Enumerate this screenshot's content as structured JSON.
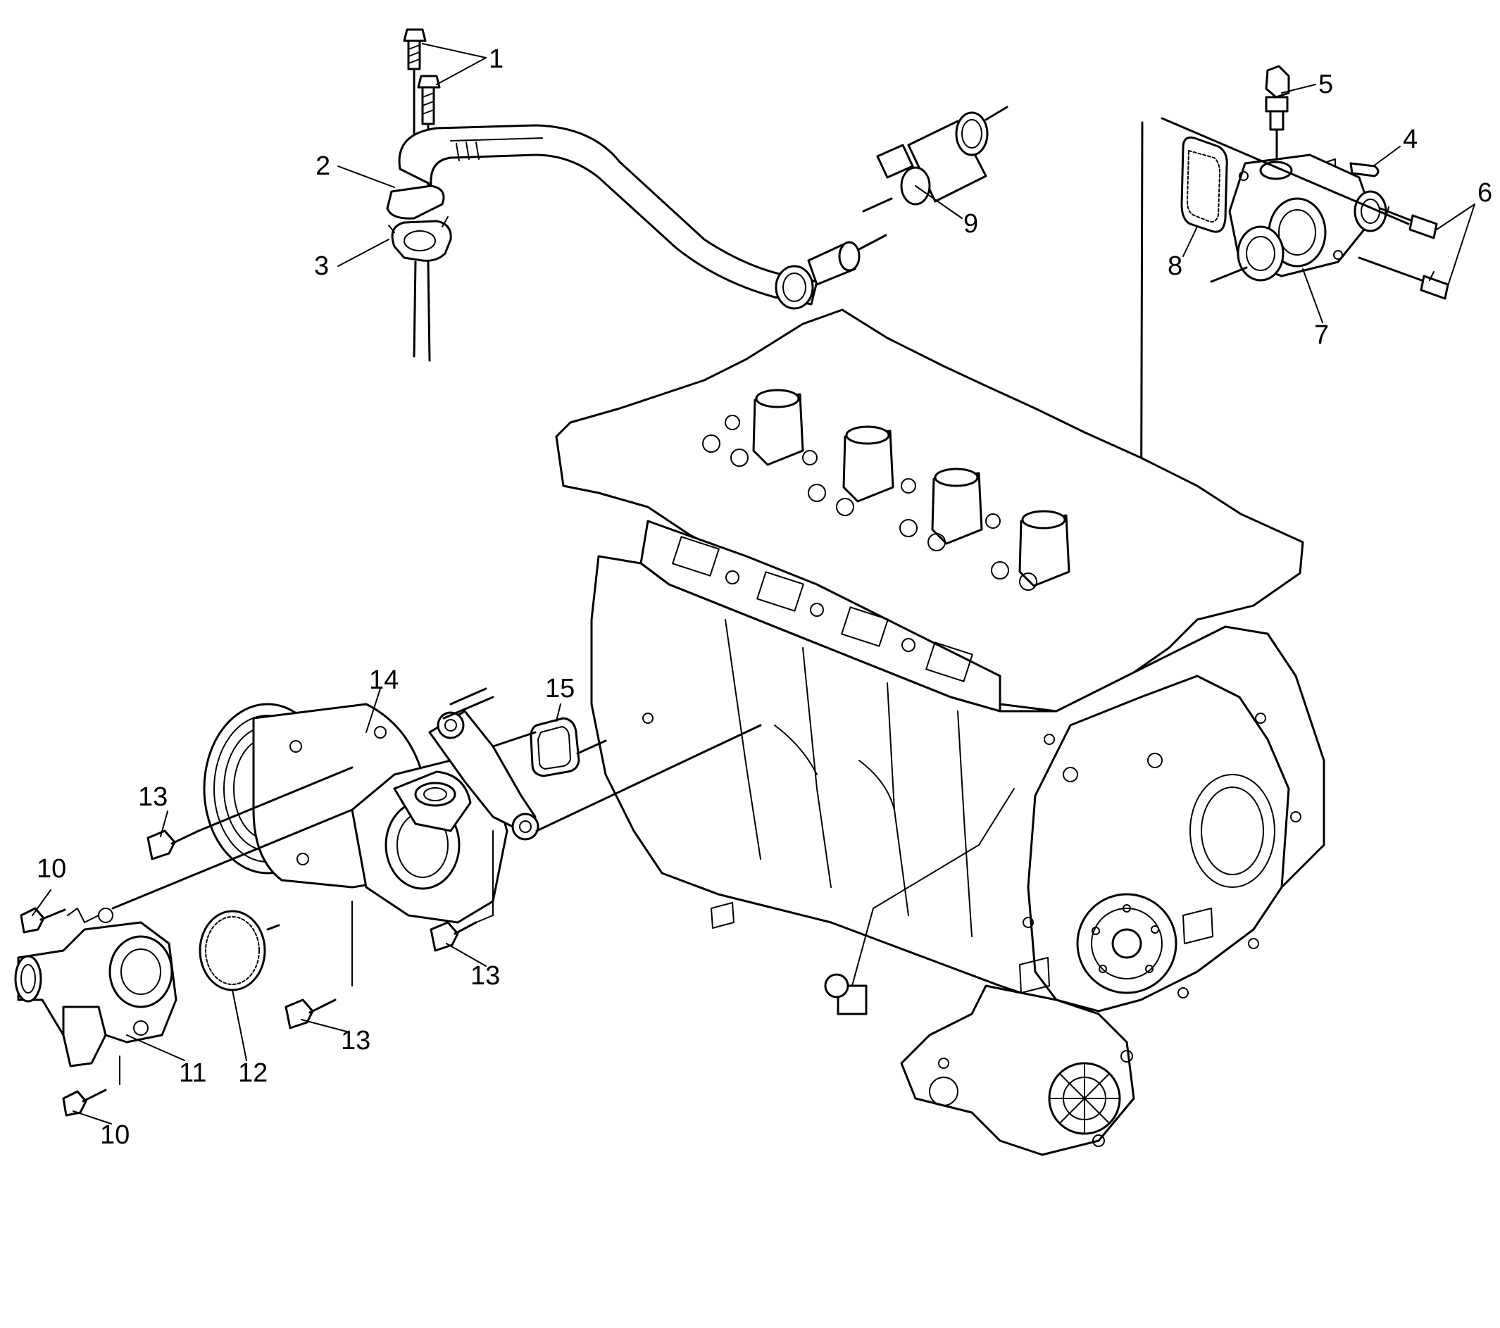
{
  "callouts": {
    "c1": "1",
    "c2": "2",
    "c3": "3",
    "c4": "4",
    "c5": "5",
    "c6": "6",
    "c7": "7",
    "c8": "8",
    "c9": "9",
    "c10a": "10",
    "c10b": "10",
    "c11": "11",
    "c12": "12",
    "c13a": "13",
    "c13b": "13",
    "c13c": "13",
    "c14": "14",
    "c15": "15"
  },
  "colors": {
    "line": "#000000",
    "background": "#ffffff"
  }
}
